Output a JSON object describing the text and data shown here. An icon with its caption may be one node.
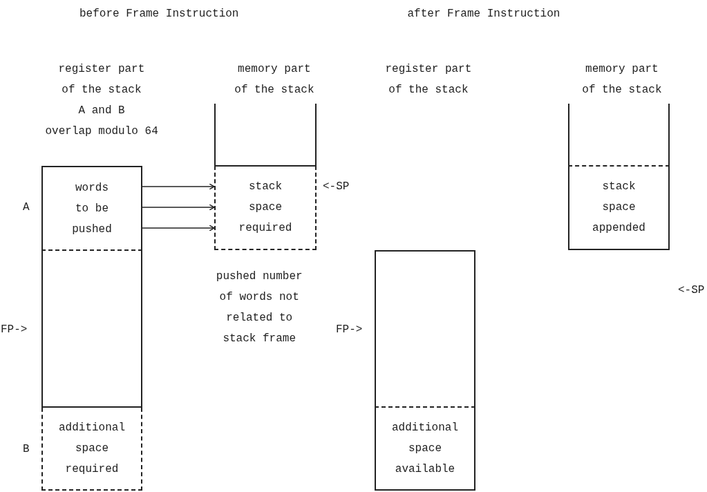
{
  "diagram": {
    "nodes": [
      {
        "text": [
          "words to be pushed"
        ]
      },
      {
        "text": [],
        "shape": "box"
      },
      {
        "text": [
          "additional space required"
        ]
      },
      {
        "text": [],
        "shape": "box"
      },
      {
        "text": [
          "stack space required"
        ]
      },
      {
        "text": [],
        "shape": "box"
      },
      {
        "text": [
          "additional space available"
        ]
      },
      {
        "text": [],
        "shape": "box"
      },
      {
        "text": [
          "stack space appended"
        ]
      }
    ],
    "edges": [
      {
        "from": 0,
        "to": 4,
        "arrow": "to"
      },
      {
        "from": 0,
        "to": 4,
        "arrow": "to"
      },
      {
        "from": 0,
        "to": 4,
        "arrow": "to"
      }
    ],
    "labels": [
      "before Frame Instruction",
      "after Frame Instruction",
      "register part of the stack",
      "memory part of the stack",
      "register part of the stack",
      "memory part of the stack",
      "A and B",
      "overlap modulo 64",
      "<-SP",
      "A",
      "pushed number of words not related to stack frame",
      "<-SP",
      "FP->",
      "FP->",
      "B"
    ]
  }
}
